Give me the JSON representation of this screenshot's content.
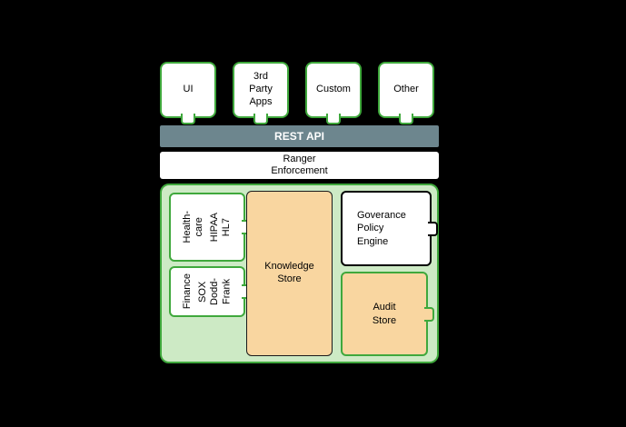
{
  "colors": {
    "background": "#000000",
    "green_border": "#3fa83c",
    "light_green_fill": "#cdeac5",
    "slate_gray": "#6d868e",
    "peach_fill": "#f9d6a0",
    "white": "#ffffff",
    "black_border": "#000000"
  },
  "client_apps": [
    {
      "label": "UI"
    },
    {
      "label": "3rd\nParty\nApps"
    },
    {
      "label": "Custom"
    },
    {
      "label": "Other"
    }
  ],
  "rest_api": {
    "label": "REST API"
  },
  "ranger": {
    "label": "Ranger\nEnforcement"
  },
  "platform": {
    "healthcare": {
      "industry": "Health-\ncare",
      "regulations": "HIPAA\nHL7"
    },
    "finance": {
      "industry": "Finance",
      "regulations": "SOX\nDodd-\nFrank"
    },
    "knowledge_store": {
      "label": "Knowledge\nStore"
    },
    "governance": {
      "label": "Goverance\nPolicy\nEngine"
    },
    "audit": {
      "label": "Audit\nStore"
    }
  }
}
